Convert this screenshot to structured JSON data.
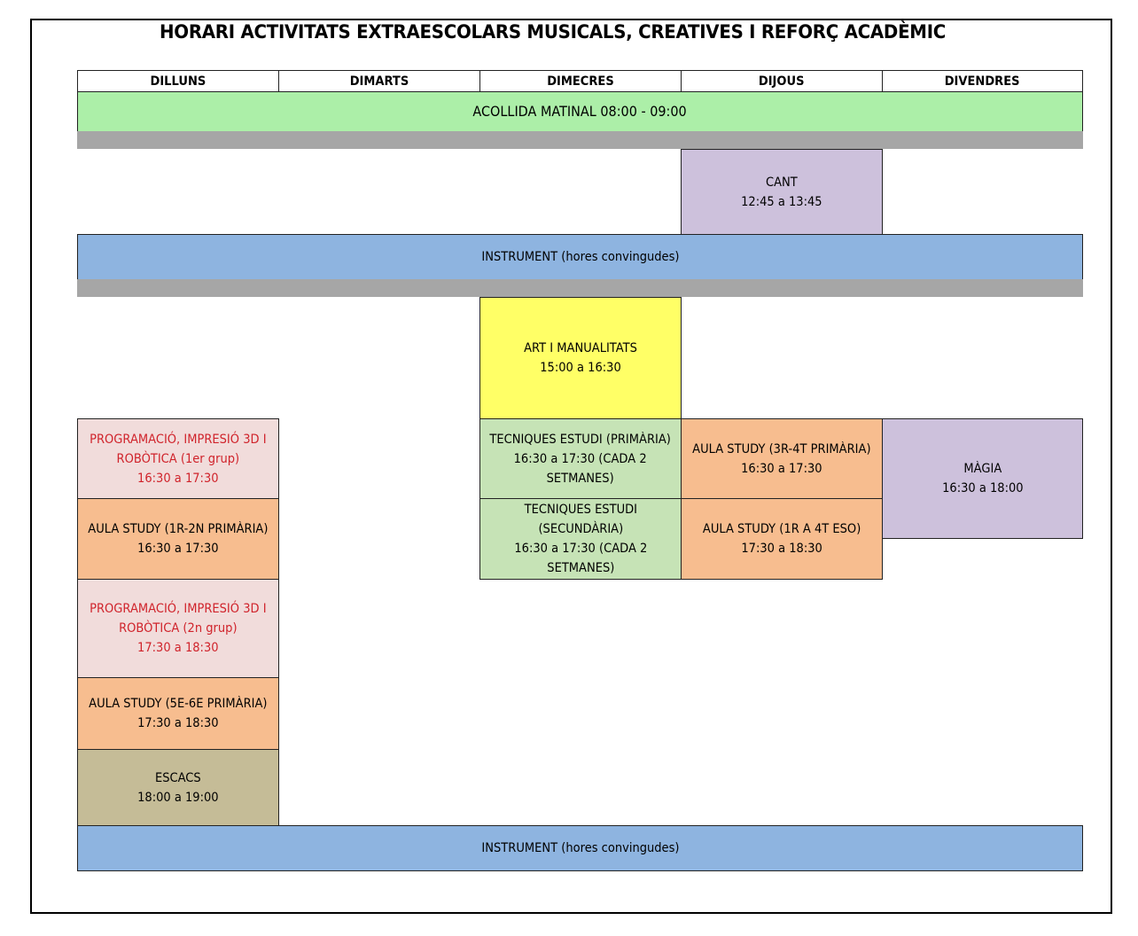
{
  "title": "HORARI ACTIVITATS EXTRAESCOLARS MUSICALS, CREATIVES I REFORÇ ACADÈMIC",
  "days": [
    "DILLUNS",
    "DIMARTS",
    "DIMECRES",
    "DIJOUS",
    "DIVENDRES"
  ],
  "colors": {
    "acollida": "#acefa8",
    "instrument": "#8eb4e0",
    "lilac": "#cdc1dc",
    "yellow": "#ffff66",
    "pink": "#f1dcdb",
    "orange": "#f7bd8f",
    "light_green": "#c6e3b6",
    "khaki": "#c5bc97",
    "gray_separator": "#a6a6a6",
    "red_text": "#d0232b"
  },
  "full_width_rows": {
    "acollida": "ACOLLIDA MATINAL 08:00 - 09:00",
    "instrument_midday": "INSTRUMENT (hores convingudes)",
    "instrument_evening": "INSTRUMENT (hores convingudes)"
  },
  "activities": {
    "cant": {
      "day": "DIJOUS",
      "lines": [
        "CANT",
        "12:45 a 13:45"
      ]
    },
    "art": {
      "day": "DIMECRES",
      "lines": [
        "ART I MANUALITATS",
        "15:00 a 16:30"
      ]
    },
    "dilluns": [
      {
        "lines": [
          "PROGRAMACIÓ, IMPRESIÓ 3D I",
          "ROBÒTICA (1er grup)",
          "16:30 a 17:30"
        ],
        "highlight": "red"
      },
      {
        "lines": [
          "AULA STUDY (1R-2N PRIMÀRIA)",
          "16:30 a 17:30"
        ]
      },
      {
        "lines": [
          "PROGRAMACIÓ, IMPRESIÓ 3D I",
          "ROBÒTICA (2n grup)",
          "17:30 a 18:30"
        ],
        "highlight": "red"
      },
      {
        "lines": [
          "AULA STUDY (5E-6E PRIMÀRIA)",
          "17:30 a 18:30"
        ]
      },
      {
        "lines": [
          "ESCACS",
          "18:00 a 19:00"
        ]
      }
    ],
    "dimecres": [
      {
        "lines": [
          "TECNIQUES ESTUDI (PRIMÀRIA)",
          "16:30 a 17:30 (CADA 2",
          "SETMANES)"
        ]
      },
      {
        "lines": [
          "TECNIQUES ESTUDI",
          "(SECUNDÀRIA)",
          "16:30 a 17:30 (CADA 2",
          "SETMANES)"
        ]
      }
    ],
    "dijous": [
      {
        "lines": [
          "AULA STUDY (3R-4T PRIMÀRIA)",
          "16:30 a 17:30"
        ]
      },
      {
        "lines": [
          "AULA STUDY (1R A 4T ESO)",
          "17:30 a 18:30"
        ]
      }
    ],
    "divendres": [
      {
        "lines": [
          "MÀGIA",
          "16:30 a 18:00"
        ]
      }
    ]
  }
}
